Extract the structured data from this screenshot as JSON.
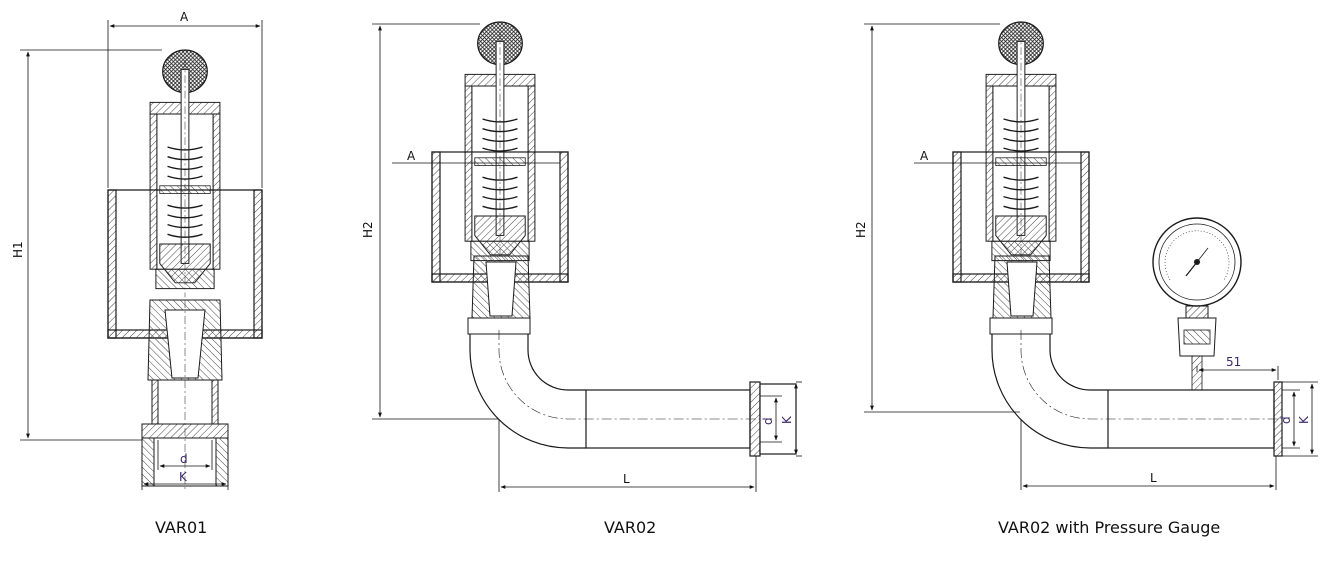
{
  "drawings": {
    "var01": {
      "caption": "VAR01",
      "dim_width": "A",
      "dim_height": "H1",
      "dim_inner": "d",
      "dim_outer": "K"
    },
    "var02": {
      "caption": "VAR02",
      "dim_width": "A",
      "dim_height": "H2",
      "dim_inner": "d",
      "dim_outer": "K",
      "dim_length": "L"
    },
    "var02_gauge": {
      "caption": "VAR02 with Pressure Gauge",
      "dim_width": "A",
      "dim_height": "H2",
      "dim_inner": "d",
      "dim_outer": "K",
      "dim_length": "L",
      "dim_offset": "51"
    }
  },
  "colors": {
    "line": "#1a1a1a",
    "hatch": "#444444",
    "dimension": "#111111",
    "dimension_purple": "#3a2a6a"
  }
}
